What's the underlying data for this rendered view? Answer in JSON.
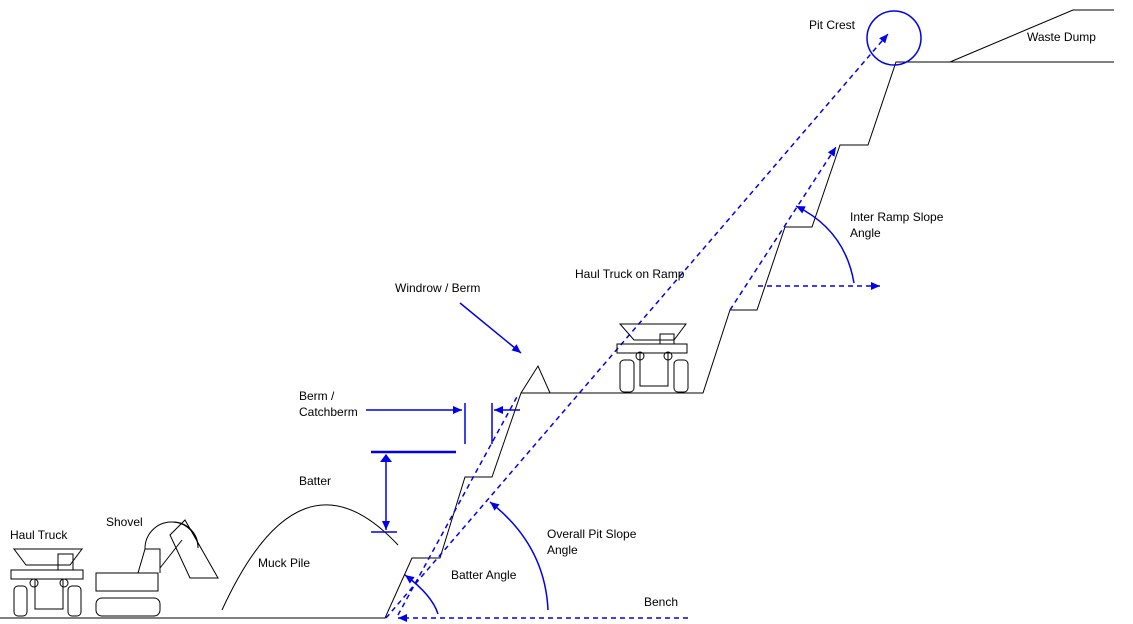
{
  "labels": {
    "pit_crest": "Pit Crest",
    "waste_dump": "Waste Dump",
    "inter_ramp_line1": "Inter Ramp Slope",
    "inter_ramp_line2": "Angle",
    "haul_truck_on_ramp": "Haul Truck on Ramp",
    "windrow_berm": "Windrow / Berm",
    "berm_line1": "Berm /",
    "berm_line2": "Catchberm",
    "batter": "Batter",
    "overall_line1": "Overall Pit Slope",
    "overall_line2": "Angle",
    "batter_angle": "Batter Angle",
    "bench": "Bench",
    "haul_truck": "Haul Truck",
    "shovel": "Shovel",
    "muck_pile": "Muck Pile"
  },
  "colors": {
    "annotation": "#0000ee",
    "line": "#000000"
  }
}
